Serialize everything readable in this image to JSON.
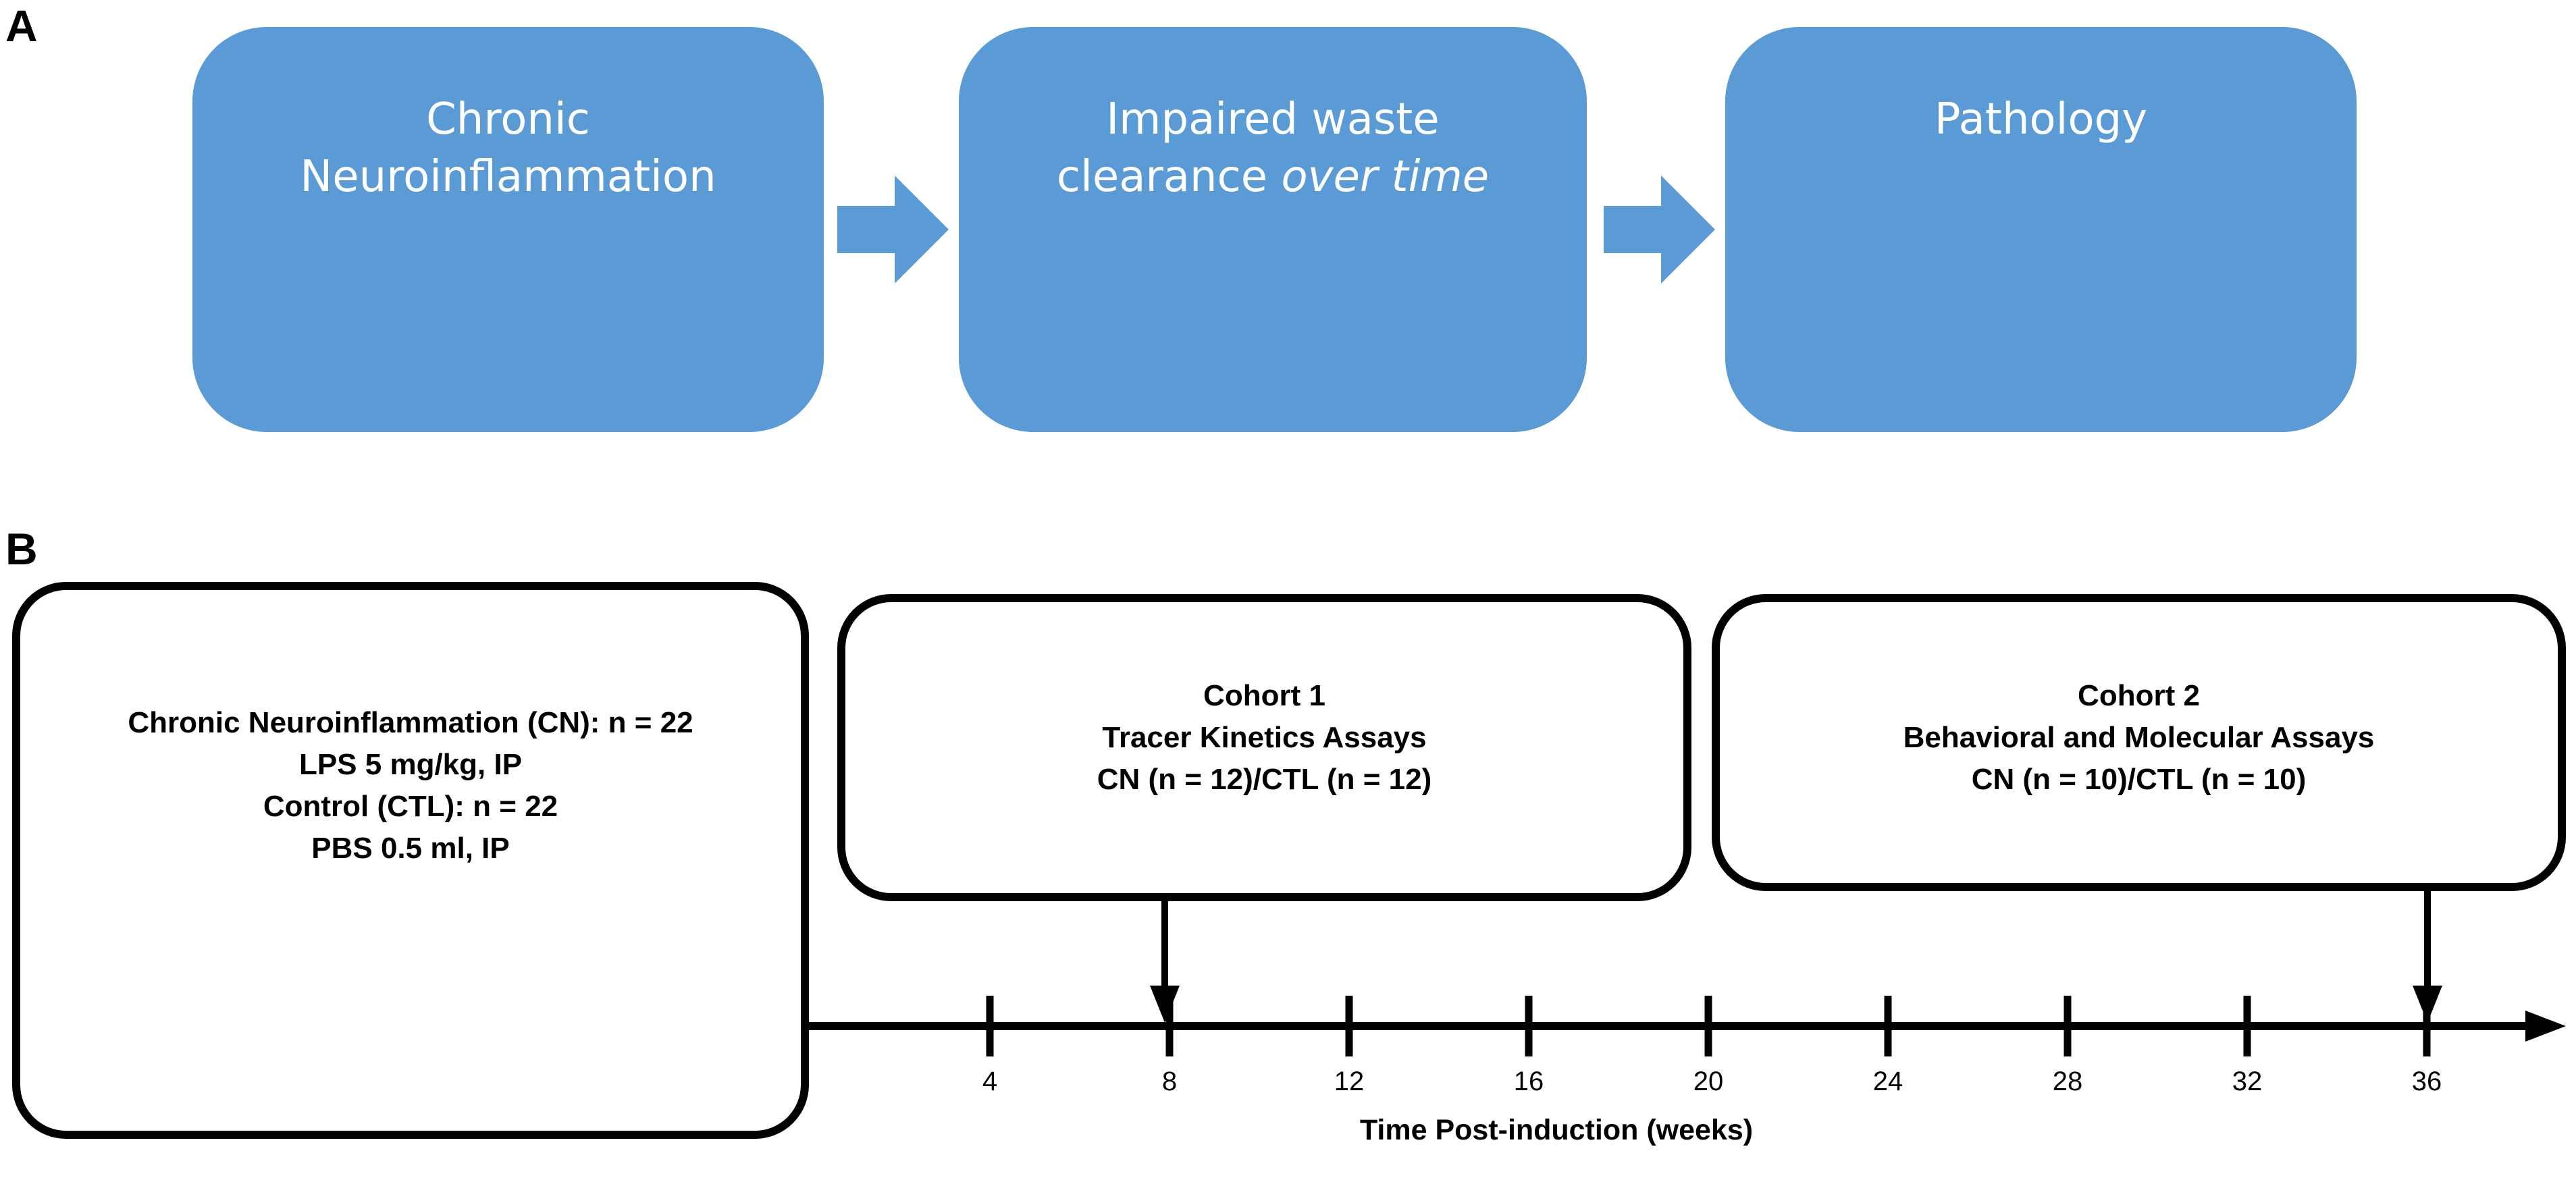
{
  "panel_a": {
    "label": "A",
    "boxes": [
      {
        "lines": [
          "Chronic",
          "Neuroinflammation"
        ]
      },
      {
        "line1": "Impaired waste",
        "line2_normal": "clearance ",
        "line2_italic": "over time"
      },
      {
        "lines": [
          "Pathology"
        ]
      }
    ],
    "colors": {
      "box_fill": "#5b9bd5",
      "box_text": "#ffffff",
      "arrow_fill": "#5b9bd5"
    }
  },
  "panel_b": {
    "label": "B",
    "induction_box": {
      "lines": [
        "Chronic Neuroinflammation (CN): n = 22",
        "LPS 5 mg/kg, IP",
        "Control (CTL): n = 22",
        "PBS 0.5 ml, IP"
      ]
    },
    "cohort1": {
      "title": "Cohort 1",
      "assay": "Tracer Kinetics Assays",
      "groups": "CN (n = 12)/CTL (n = 12)",
      "week": 8
    },
    "cohort2": {
      "title": "Cohort 2",
      "assay": "Behavioral and Molecular Assays",
      "groups": "CN (n = 10)/CTL (n = 10)",
      "week": 36
    },
    "timeline": {
      "ticks": [
        "4",
        "8",
        "12",
        "16",
        "20",
        "24",
        "28",
        "32",
        "36"
      ],
      "title": "Time Post-induction (weeks)"
    }
  }
}
